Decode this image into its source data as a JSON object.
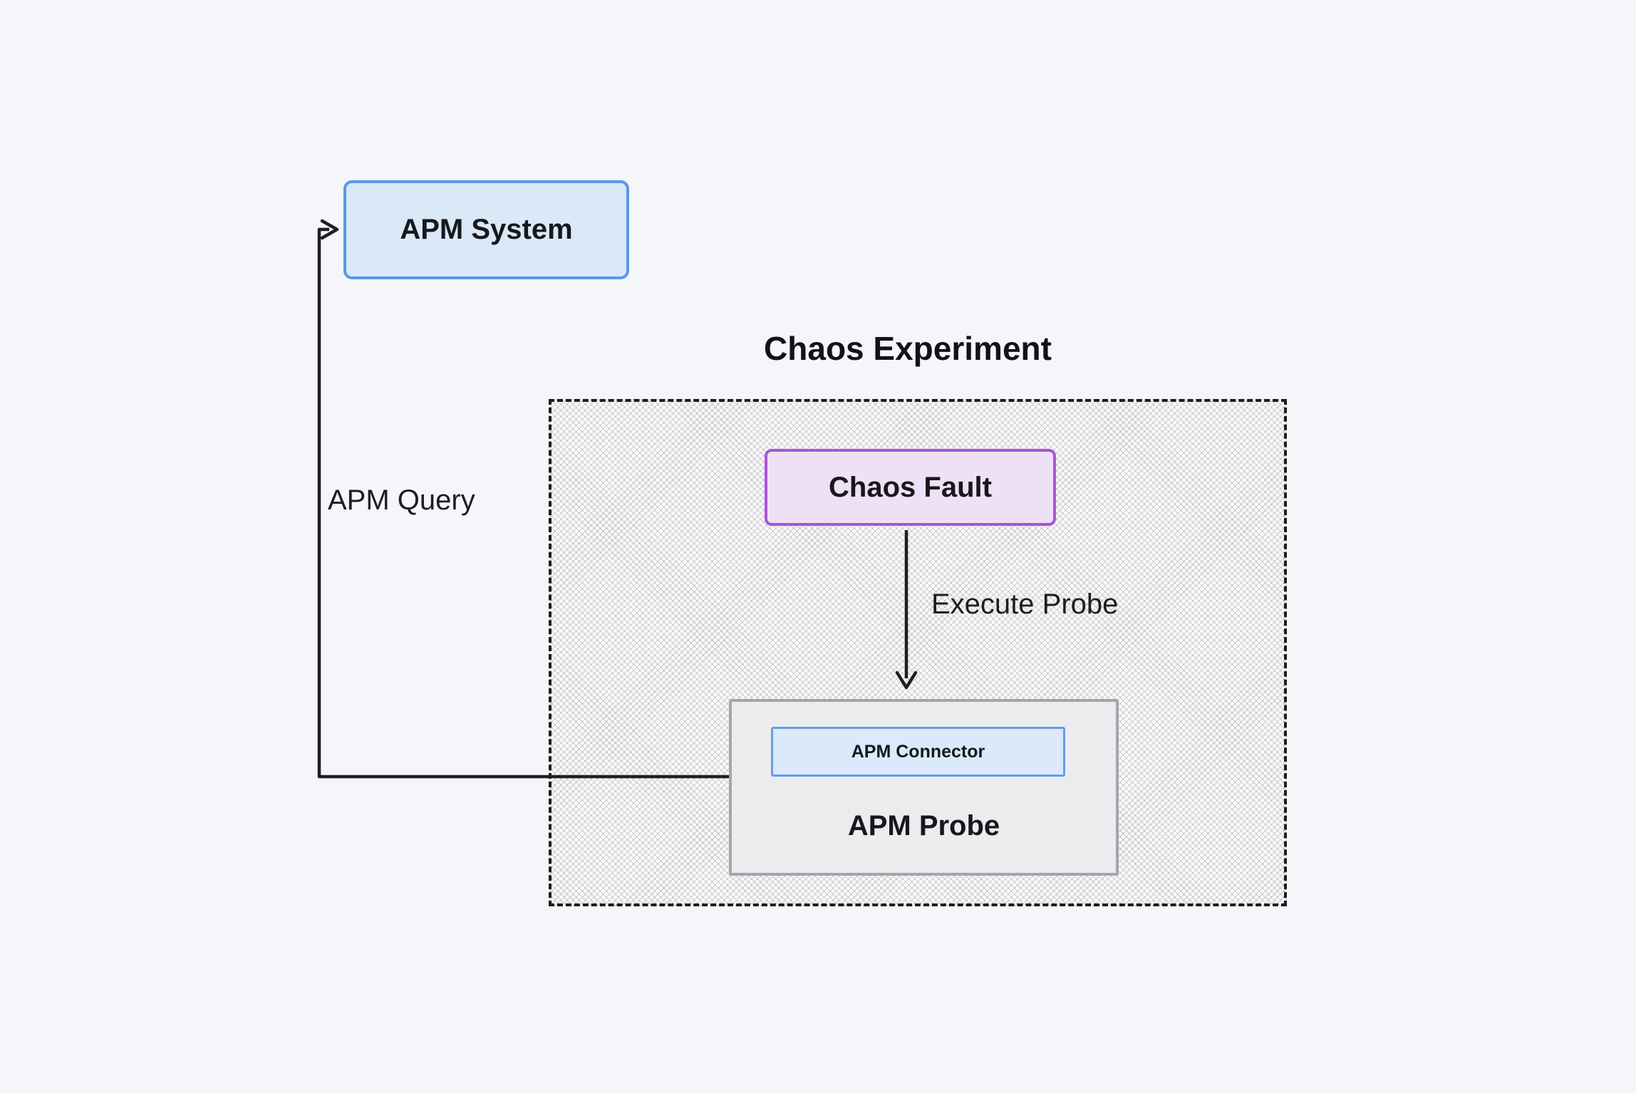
{
  "diagram": {
    "title": "Chaos Experiment",
    "nodes": {
      "apm_system": "APM System",
      "chaos_fault": "Chaos Fault",
      "apm_connector": "APM Connector",
      "apm_probe": "APM Probe"
    },
    "edge_labels": {
      "apm_query": "APM Query",
      "execute_probe": "Execute Probe"
    },
    "colors": {
      "background": "#f4f6f9",
      "blue_node_fill": "#dbe8f8",
      "blue_node_border": "#5b97e8",
      "purple_node_fill": "#eee0f6",
      "purple_node_border": "#a855d6",
      "gray_node_fill": "#ececee",
      "gray_node_border": "#a0a6ae",
      "connector_line": "#1d1f22",
      "dashed_group_border": "#1c1c1c"
    }
  }
}
